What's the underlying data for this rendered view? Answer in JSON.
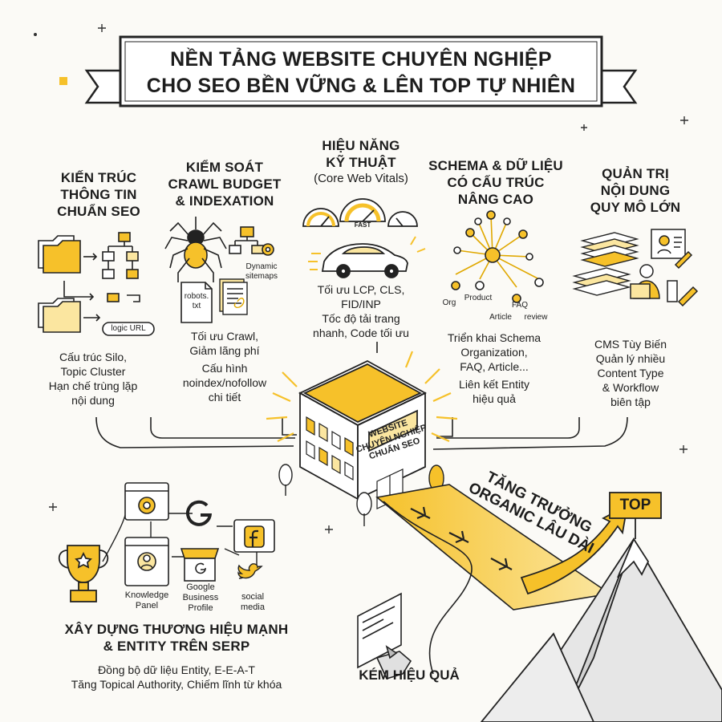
{
  "title": {
    "line1": "NỀN TẢNG WEBSITE CHUYÊN NGHIỆP",
    "line2": "CHO SEO BỀN VỮNG & LÊN TOP TỰ NHIÊN"
  },
  "pillars": {
    "architecture": {
      "heading": [
        "KIẾN TRÚC",
        "THÔNG TIN",
        "CHUẨN SEO"
      ],
      "logic_label": "logic URL",
      "desc": [
        "Cấu trúc Silo,",
        "Topic Cluster",
        "Hạn chế trùng lặp",
        "nội dung"
      ]
    },
    "crawl": {
      "heading": [
        "KIỂM SOÁT",
        "CRAWL BUDGET",
        "& INDEXATION"
      ],
      "robots_label": [
        "robots.",
        "txt"
      ],
      "sitemap_label": [
        "Dynamic",
        "sitemaps"
      ],
      "desc": [
        "Tối ưu Crawl,",
        "Giảm lãng phí",
        "Cấu hình",
        "noindex/nofollow",
        "chi tiết"
      ]
    },
    "performance": {
      "heading": [
        "HIỆU NĂNG",
        "KỸ THUẬT"
      ],
      "subheading": "(Core Web Vitals)",
      "gauge_label": "FAST",
      "desc": [
        "Tối ưu LCP, CLS,",
        "FID/INP",
        "Tốc độ tải trang",
        "nhanh, Code tối ưu"
      ]
    },
    "schema": {
      "heading": [
        "SCHEMA & DỮ LIỆU",
        "CÓ CẤU TRÚC",
        "NÂNG CAO"
      ],
      "nodes": [
        "Org",
        "Product",
        "FAQ",
        "Article",
        "review"
      ],
      "desc": [
        "Triển khai Schema",
        "Organization,",
        "FAQ, Article...",
        "Liên kết Entity",
        "hiệu quả"
      ]
    },
    "content": {
      "heading": [
        "QUẢN TRỊ",
        "NỘI DUNG",
        "QUY MÔ LỚN"
      ],
      "desc": [
        "CMS Tùy Biến",
        "Quản lý nhiều",
        "Content Type",
        "& Workflow",
        "biên tập"
      ]
    }
  },
  "building": {
    "label": [
      "WEBSITE",
      "CHUYÊN NGHIỆP",
      "CHUẨN SEO"
    ]
  },
  "brand": {
    "icons": {
      "knowledge_panel": [
        "Knowledge",
        "Panel"
      ],
      "google_business": [
        "Google",
        "Business",
        "Profile"
      ],
      "social": [
        "social",
        "media"
      ]
    },
    "heading": [
      "XÂY DỰNG THƯƠNG HIỆU MẠNH",
      "& ENTITY TRÊN SERP"
    ],
    "desc": [
      "Đồng bộ dữ liệu Entity, E-E-A-T",
      "Tăng Topical Authority, Chiếm lĩnh từ khóa"
    ]
  },
  "growth": {
    "label": [
      "TĂNG TRƯỞNG",
      "ORGANIC LÂU DÀI"
    ],
    "top_badge": "TOP"
  },
  "weak": {
    "label": "KÉM HIỆU QUẢ"
  },
  "colors": {
    "accent": "#f6c12a",
    "accent_light": "#fbe6a0",
    "ink": "#1d1d1d",
    "paper": "#fbfaf6",
    "mountain": "#e4e4e4"
  }
}
